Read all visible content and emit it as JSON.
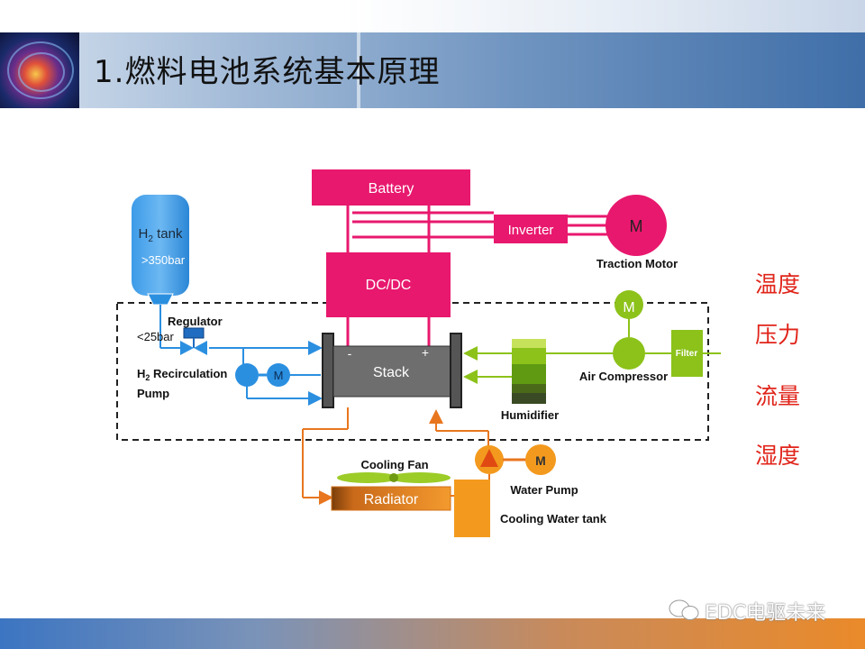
{
  "slide": {
    "title": "1.燃料电池系统基本原理",
    "side_labels": [
      "温度",
      "压力",
      "流量",
      "湿度"
    ],
    "watermark": "EDC电驱未来"
  },
  "diagram": {
    "battery": "Battery",
    "inverter": "Inverter",
    "motor_symbol": "M",
    "traction_motor": "Traction Motor",
    "dcdc": "DC/DC",
    "h2_tank": "H",
    "h2_sub": "2",
    "h2_tank_rest": " tank",
    "tank_pressure": ">350bar",
    "regulator": "Regulator",
    "regulator_pressure": "<25bar",
    "recirc_pump_1": "H",
    "recirc_pump_sub": "2",
    "recirc_pump_rest": " Recirculation",
    "recirc_pump_2": "Pump",
    "pump_motor": "M",
    "stack": "Stack",
    "stack_minus": "-",
    "stack_plus": "+",
    "humidifier": "Humidifier",
    "air_compressor": "Air Compressor",
    "compressor_motor": "M",
    "filter": "Filter",
    "cooling_fan": "Cooling Fan",
    "radiator": "Radiator",
    "water_pump": "Water Pump",
    "water_pump_motor": "M",
    "cooling_water_tank": "Cooling Water tank"
  },
  "colors": {
    "electric": "#e8186e",
    "hydrogen": "#2b8fe0",
    "air": "#8cc21a",
    "coolant": "#e8761e",
    "side_label": "#e0241a"
  }
}
